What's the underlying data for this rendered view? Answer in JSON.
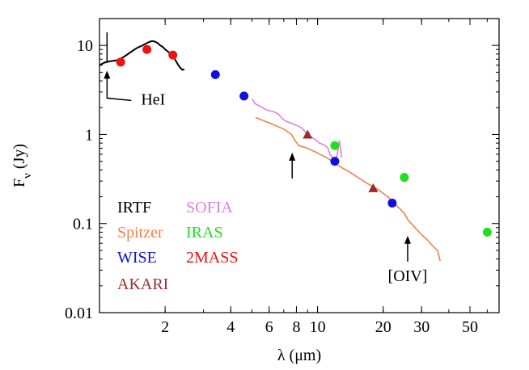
{
  "chart_data": {
    "type": "scatter",
    "title": "",
    "xlabel": "λ (μm)",
    "ylabel": "F_ν (Jy)",
    "x_scale": "log",
    "y_scale": "log",
    "xlim": [
      1.0,
      68.0
    ],
    "ylim": [
      0.01,
      20.0
    ],
    "x_ticks": [
      {
        "value": 2,
        "label": "2"
      },
      {
        "value": 4,
        "label": "4"
      },
      {
        "value": 6,
        "label": "6"
      },
      {
        "value": 8,
        "label": "8"
      },
      {
        "value": 10,
        "label": "10"
      },
      {
        "value": 20,
        "label": "20"
      },
      {
        "value": 30,
        "label": "30"
      },
      {
        "value": 50,
        "label": "50"
      }
    ],
    "y_ticks": [
      {
        "value": 10,
        "label": "10"
      },
      {
        "value": 1,
        "label": "1"
      },
      {
        "value": 0.1,
        "label": "0.1"
      },
      {
        "value": 0.01,
        "label": "0.01"
      }
    ],
    "grid": false,
    "legend_position": "bottom-left",
    "legend": [
      {
        "label": "IRTF",
        "color": "#000000"
      },
      {
        "label": "SOFIA",
        "color": "#e07ee0"
      },
      {
        "label": "Spitzer",
        "color": "#f08050"
      },
      {
        "label": "IRAS",
        "color": "#22dd22"
      },
      {
        "label": "WISE",
        "color": "#1111dd"
      },
      {
        "label": "2MASS",
        "color": "#ee1111"
      },
      {
        "label": "AKARI",
        "color": "#9b2a2a"
      }
    ],
    "series": [
      {
        "name": "IRTF",
        "kind": "spectrum",
        "color": "#000000",
        "points": [
          [
            1.0,
            6.0
          ],
          [
            1.05,
            6.4
          ],
          [
            1.1,
            6.6
          ],
          [
            1.15,
            6.7
          ],
          [
            1.2,
            6.8
          ],
          [
            1.25,
            7.1
          ],
          [
            1.3,
            7.5
          ],
          [
            1.35,
            8.0
          ],
          [
            1.4,
            8.5
          ],
          [
            1.45,
            9.0
          ],
          [
            1.5,
            9.5
          ],
          [
            1.55,
            9.8
          ],
          [
            1.6,
            10.2
          ],
          [
            1.65,
            10.6
          ],
          [
            1.7,
            11.0
          ],
          [
            1.75,
            11.2
          ],
          [
            1.8,
            11.0
          ],
          [
            1.85,
            10.6
          ],
          [
            1.9,
            10.0
          ],
          [
            1.95,
            9.6
          ],
          [
            2.0,
            9.0
          ],
          [
            2.05,
            8.6
          ],
          [
            2.1,
            8.2
          ],
          [
            2.15,
            7.8
          ],
          [
            2.2,
            7.2
          ],
          [
            2.25,
            6.6
          ],
          [
            2.3,
            6.0
          ],
          [
            2.35,
            5.6
          ],
          [
            2.4,
            5.3
          ],
          [
            2.45,
            5.4
          ]
        ]
      },
      {
        "name": "SOFIA",
        "kind": "spectrum",
        "color": "#e07ee0",
        "points": [
          [
            5.0,
            2.5
          ],
          [
            5.2,
            2.2
          ],
          [
            5.4,
            2.1
          ],
          [
            5.6,
            2.0
          ],
          [
            5.8,
            1.9
          ],
          [
            6.0,
            1.85
          ],
          [
            6.3,
            1.8
          ],
          [
            6.6,
            1.7
          ],
          [
            6.9,
            1.5
          ],
          [
            7.2,
            1.4
          ],
          [
            7.5,
            1.35
          ],
          [
            7.8,
            1.3
          ],
          [
            8.1,
            1.25
          ],
          [
            8.4,
            1.2
          ],
          [
            8.7,
            1.1
          ],
          [
            9.0,
            1.0
          ],
          [
            9.3,
            0.95
          ],
          [
            9.6,
            0.9
          ],
          [
            9.9,
            0.85
          ],
          [
            10.2,
            0.8
          ],
          [
            10.5,
            0.78
          ],
          [
            10.8,
            0.75
          ],
          [
            11.1,
            0.72
          ],
          [
            11.4,
            0.6
          ],
          [
            11.7,
            0.55
          ],
          [
            12.0,
            0.45
          ],
          [
            12.3,
            0.6
          ],
          [
            12.6,
            0.85
          ],
          [
            12.9,
            0.55
          ]
        ]
      },
      {
        "name": "Spitzer",
        "kind": "spectrum",
        "color": "#f08050",
        "points": [
          [
            5.2,
            1.55
          ],
          [
            6.0,
            1.35
          ],
          [
            7.0,
            1.15
          ],
          [
            7.6,
            1.0
          ],
          [
            7.9,
            0.85
          ],
          [
            8.2,
            0.75
          ],
          [
            9.0,
            0.7
          ],
          [
            10.0,
            0.62
          ],
          [
            11.0,
            0.55
          ],
          [
            12.0,
            0.48
          ],
          [
            13.0,
            0.42
          ],
          [
            14.0,
            0.38
          ],
          [
            15.0,
            0.34
          ],
          [
            17.0,
            0.28
          ],
          [
            19.0,
            0.24
          ],
          [
            21.0,
            0.2
          ],
          [
            23.0,
            0.16
          ],
          [
            25.0,
            0.13
          ],
          [
            26.0,
            0.11
          ],
          [
            28.0,
            0.09
          ],
          [
            30.0,
            0.075
          ],
          [
            32.0,
            0.065
          ],
          [
            34.0,
            0.055
          ],
          [
            35.5,
            0.05
          ],
          [
            36.5,
            0.038
          ]
        ]
      },
      {
        "name": "2MASS",
        "kind": "points",
        "color": "#ee1111",
        "marker": "circle",
        "points": [
          [
            1.25,
            6.5
          ],
          [
            1.65,
            9.0
          ],
          [
            2.17,
            7.8
          ]
        ]
      },
      {
        "name": "WISE",
        "kind": "points",
        "color": "#1111dd",
        "marker": "circle",
        "points": [
          [
            3.4,
            4.7
          ],
          [
            4.6,
            2.7
          ],
          [
            12.0,
            0.5
          ],
          [
            22.0,
            0.17
          ]
        ]
      },
      {
        "name": "IRAS",
        "kind": "points",
        "color": "#22dd22",
        "marker": "circle",
        "points": [
          [
            12.0,
            0.75
          ],
          [
            25.0,
            0.33
          ],
          [
            60.0,
            0.08
          ]
        ]
      },
      {
        "name": "AKARI",
        "kind": "points",
        "color": "#9b2a2a",
        "marker": "triangle",
        "points": [
          [
            9.0,
            1.0
          ],
          [
            18.0,
            0.25
          ]
        ]
      }
    ],
    "annotations": [
      {
        "text": "HeI",
        "x": 1.083,
        "y": 5.0
      },
      {
        "text": "",
        "x": 7.65,
        "y": 0.6
      },
      {
        "text": "[OIV]",
        "x": 25.9,
        "y": 0.07
      }
    ]
  }
}
